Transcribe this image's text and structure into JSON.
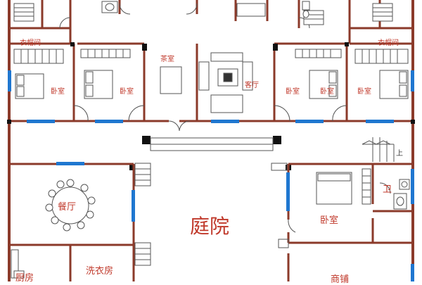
{
  "colors": {
    "wall": "#8b3a2a",
    "window": "#1f77d0",
    "label": "#c0392b",
    "pillar": "#111111",
    "furniture": "#555555"
  },
  "rooms": {
    "cloakroom_left": "衣帽间",
    "cloakroom_right": "衣帽间",
    "bedroom_1": "卧室",
    "bedroom_2": "卧室",
    "tea_room": "茶室",
    "living_room": "客厅",
    "bedroom_3": "卧室",
    "bedroom_4": "卧室",
    "bedroom_5": "卧室",
    "dining": "餐厅",
    "courtyard": "庭院",
    "bedroom_big": "卧室",
    "toilet": "卫",
    "kitchen": "厨房",
    "laundry": "洗衣房",
    "shop": "商铺",
    "stair_up": "上"
  }
}
